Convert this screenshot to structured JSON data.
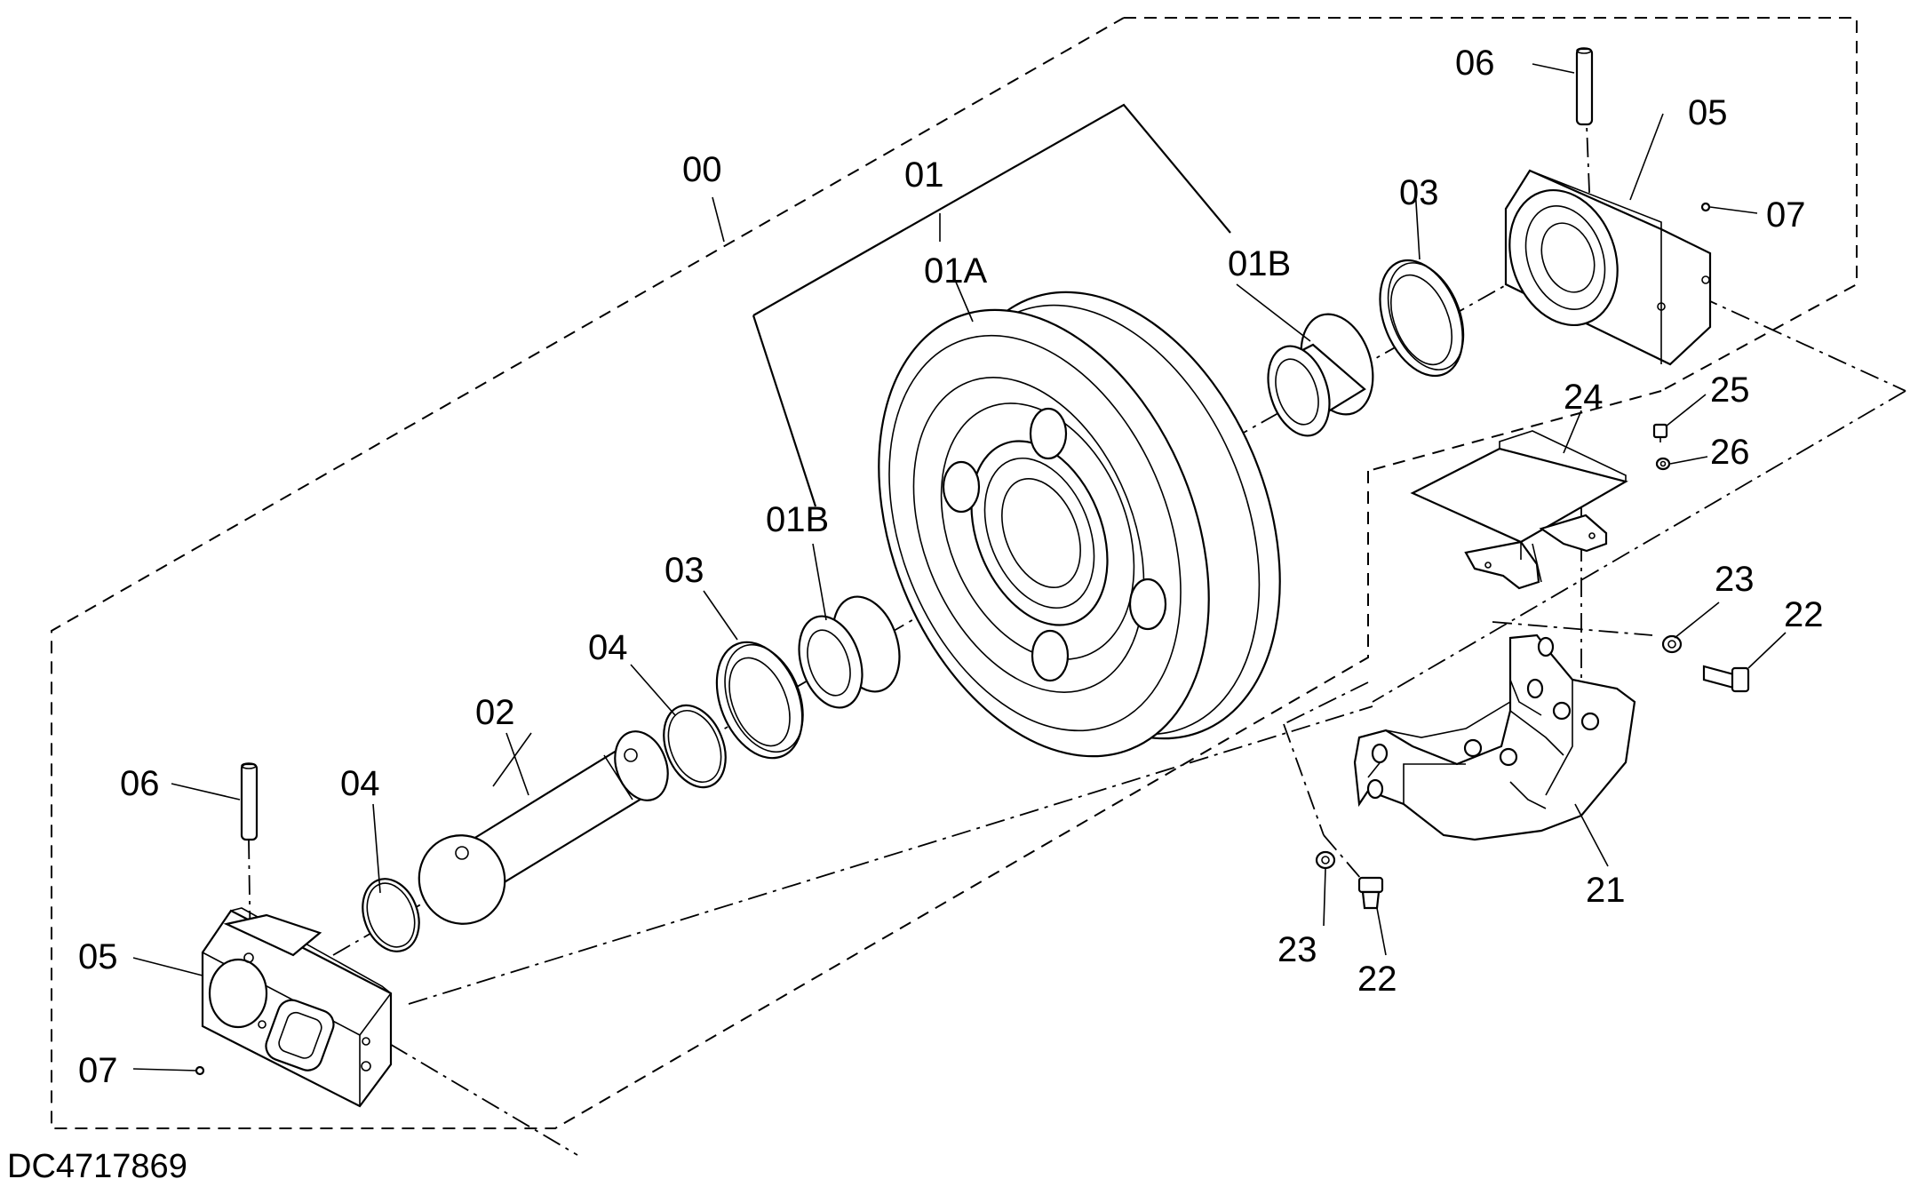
{
  "diagram": {
    "drawing_number": "DC4717869",
    "callouts": {
      "c00": "00",
      "c01": "01",
      "c01a": "01A",
      "c01b_right": "01B",
      "c01b_left": "01B",
      "c02": "02",
      "c03_left": "03",
      "c03_right": "03",
      "c04_inner": "04",
      "c04_outer": "04",
      "c05_left": "05",
      "c05_right": "05",
      "c06_left": "06",
      "c06_right": "06",
      "c07_left": "07",
      "c07_right": "07",
      "c21": "21",
      "c22_upper": "22",
      "c22_lower": "22",
      "c23_upper": "23",
      "c23_lower": "23",
      "c24": "24",
      "c25": "25",
      "c26": "26"
    }
  }
}
